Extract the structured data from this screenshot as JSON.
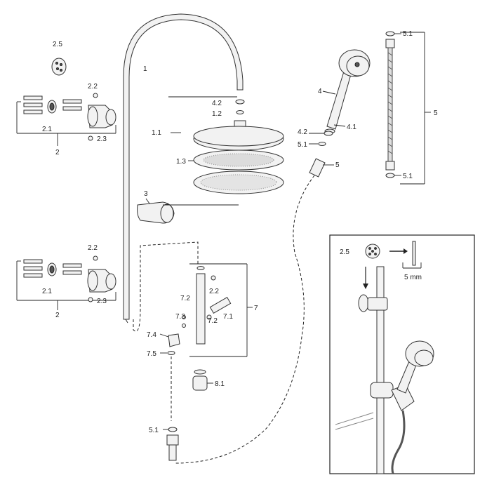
{
  "labels": {
    "p1": "1",
    "p1_1": "1.1",
    "p1_2": "1.2",
    "p1_3": "1.3",
    "p2a": "2",
    "p2b": "2",
    "p2_1a": "2.1",
    "p2_1b": "2.1",
    "p2_2a": "2.2",
    "p2_2b": "2.2",
    "p2_2c": "2.2",
    "p2_3a": "2.3",
    "p2_3b": "2.3",
    "p2_5a": "2.5",
    "p2_5b": "2.5",
    "p3": "3",
    "p4": "4",
    "p4_1": "4.1",
    "p4_2a": "4.2",
    "p4_2b": "4.2",
    "p5a": "5",
    "p5b": "5",
    "p5_1a": "5.1",
    "p5_1b": "5.1",
    "p5_1c": "5.1",
    "p5_1d": "5.1",
    "p7": "7",
    "p7_1": "7.1",
    "p7_2a": "7.2",
    "p7_2b": "7.2",
    "p7_3": "7.3",
    "p7_4": "7.4",
    "p7_5": "7.5",
    "p8_1": "8.1",
    "dim_5mm": "5 mm"
  }
}
